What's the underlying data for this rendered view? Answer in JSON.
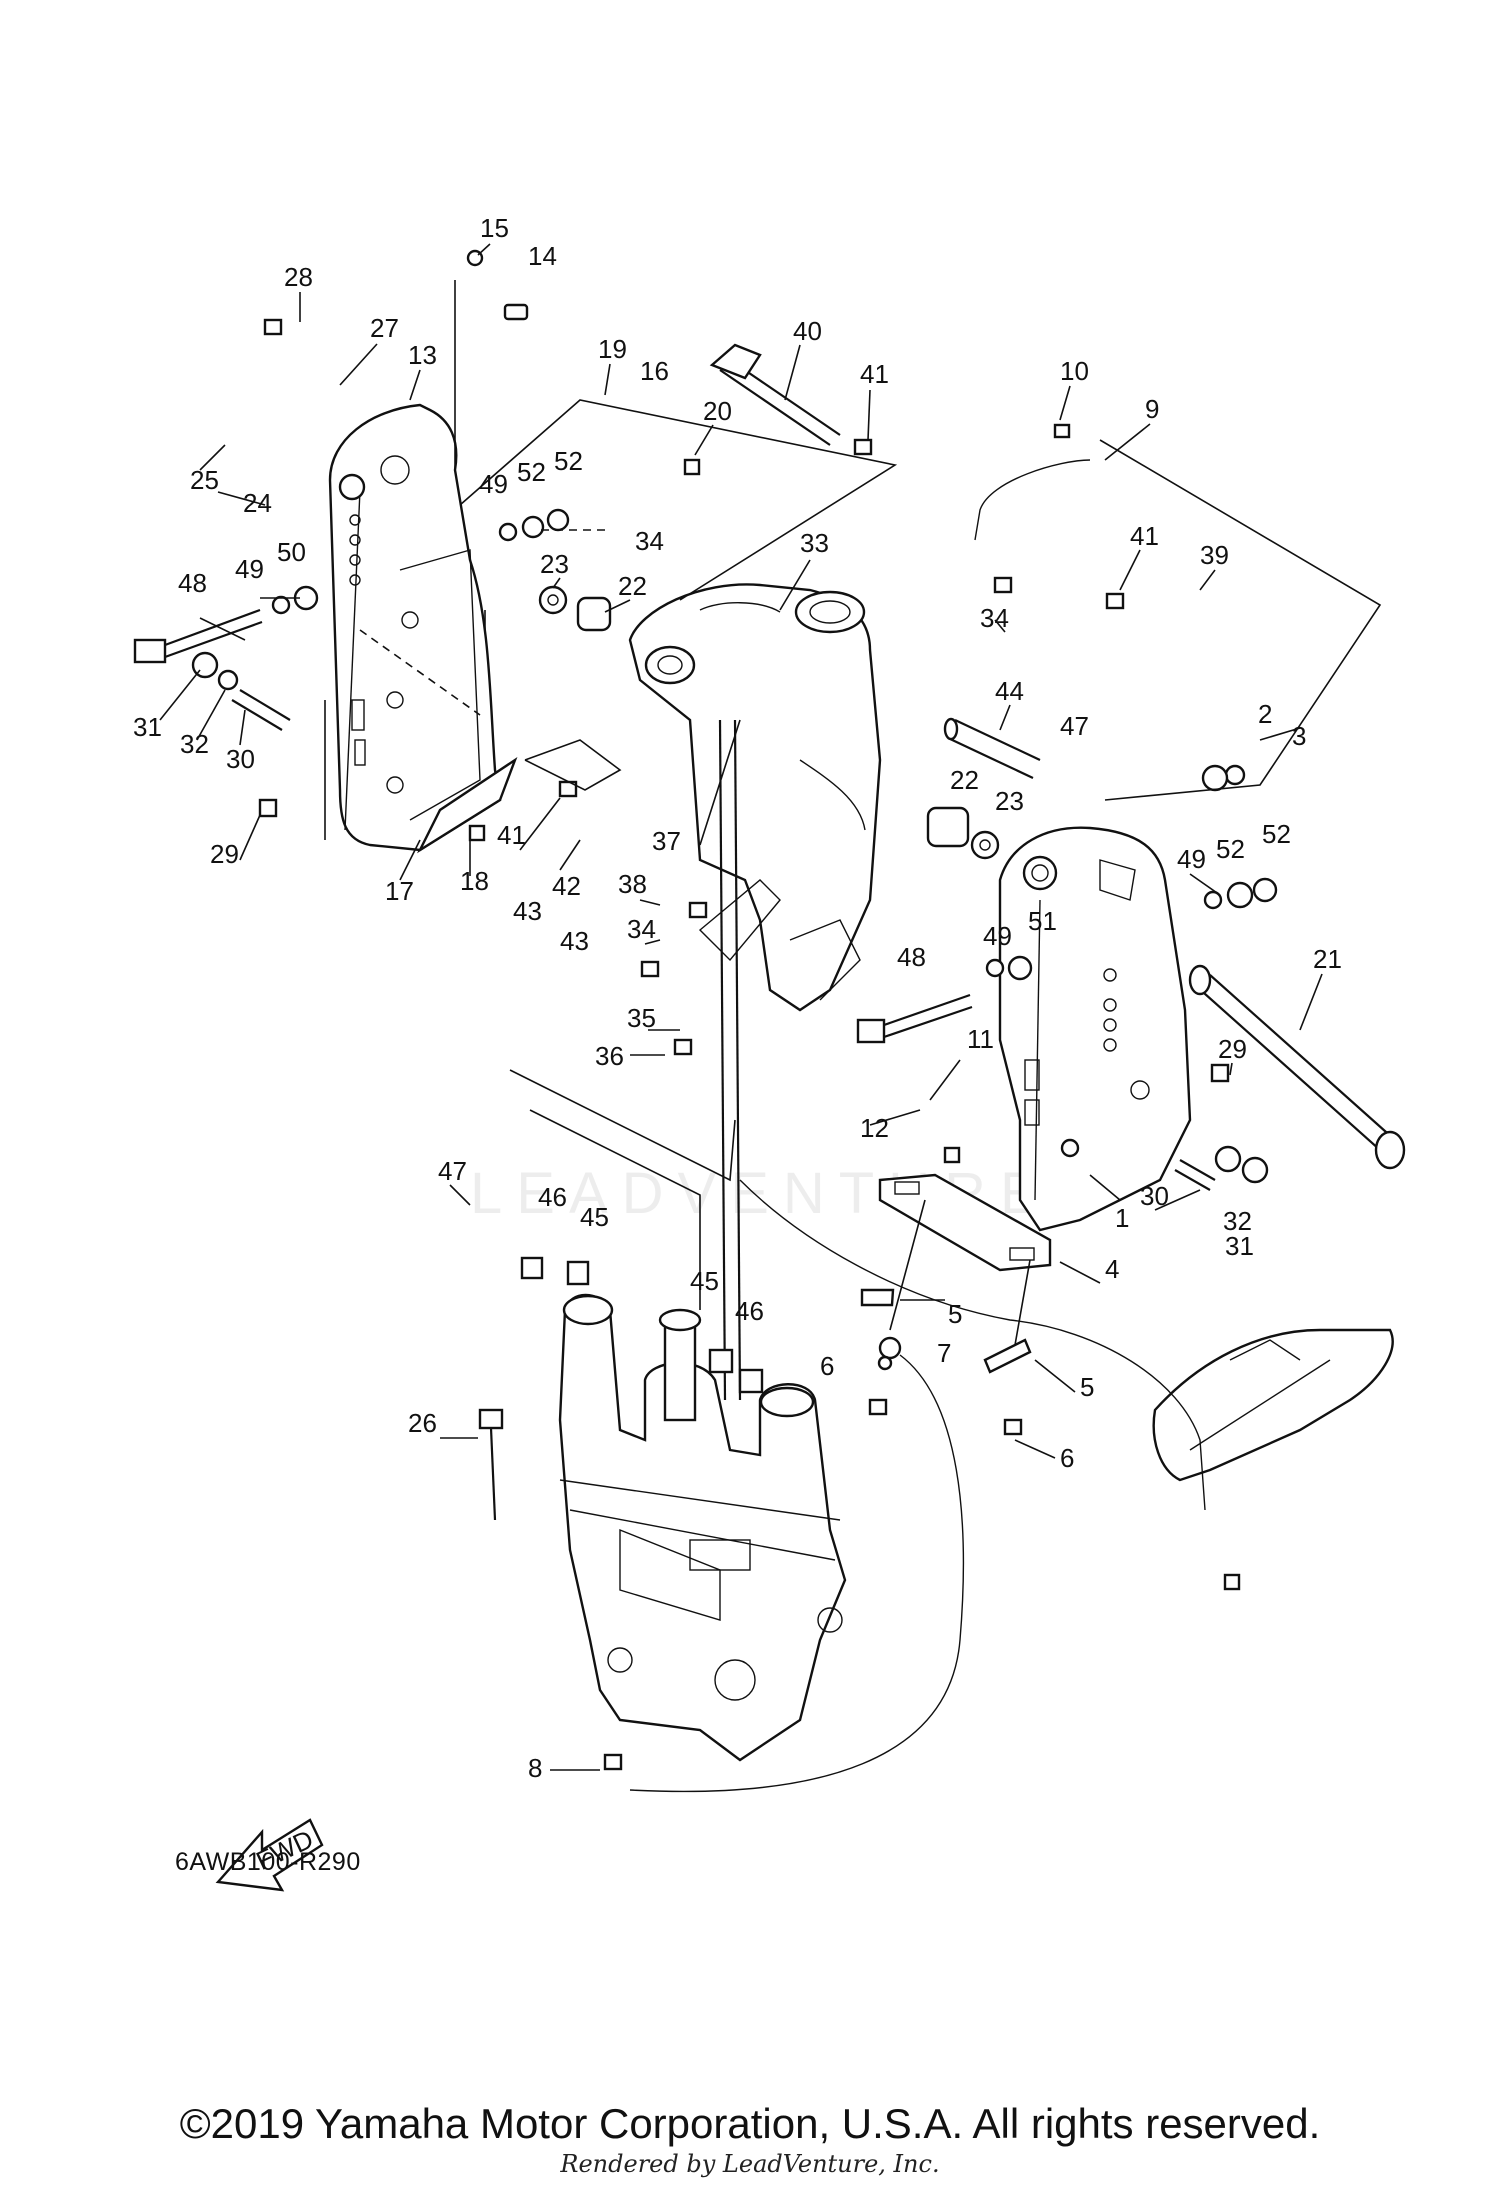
{
  "diagram": {
    "code": "6AWB100-R290",
    "fwd_label": "FWD",
    "watermark": "LEADVENTURE",
    "copyright": "©2019 Yamaha Motor Corporation, U.S.A. All rights reserved.",
    "rendered_by": "Rendered by LeadVenture, Inc."
  },
  "callouts": [
    {
      "key": "c15",
      "label": "15"
    },
    {
      "key": "c14",
      "label": "14"
    },
    {
      "key": "c28",
      "label": "28"
    },
    {
      "key": "c27",
      "label": "27"
    },
    {
      "key": "c13",
      "label": "13"
    },
    {
      "key": "c19",
      "label": "19"
    },
    {
      "key": "c16",
      "label": "16"
    },
    {
      "key": "c40",
      "label": "40"
    },
    {
      "key": "c41a",
      "label": "41"
    },
    {
      "key": "c20",
      "label": "20"
    },
    {
      "key": "c10",
      "label": "10"
    },
    {
      "key": "c9",
      "label": "9"
    },
    {
      "key": "c25",
      "label": "25"
    },
    {
      "key": "c24",
      "label": "24"
    },
    {
      "key": "c49a",
      "label": "49"
    },
    {
      "key": "c52a",
      "label": "52"
    },
    {
      "key": "c52b",
      "label": "52"
    },
    {
      "key": "c34a",
      "label": "34"
    },
    {
      "key": "c33",
      "label": "33"
    },
    {
      "key": "c41b",
      "label": "41"
    },
    {
      "key": "c39",
      "label": "39"
    },
    {
      "key": "c48a",
      "label": "48"
    },
    {
      "key": "c49b",
      "label": "49"
    },
    {
      "key": "c50",
      "label": "50"
    },
    {
      "key": "c23a",
      "label": "23"
    },
    {
      "key": "c22a",
      "label": "22"
    },
    {
      "key": "c34b",
      "label": "34"
    },
    {
      "key": "c31a",
      "label": "31"
    },
    {
      "key": "c32a",
      "label": "32"
    },
    {
      "key": "c30a",
      "label": "30"
    },
    {
      "key": "c44",
      "label": "44"
    },
    {
      "key": "c47a",
      "label": "47"
    },
    {
      "key": "c2",
      "label": "2"
    },
    {
      "key": "c3",
      "label": "3"
    },
    {
      "key": "c29a",
      "label": "29"
    },
    {
      "key": "c41c",
      "label": "41"
    },
    {
      "key": "c42",
      "label": "42"
    },
    {
      "key": "c22b",
      "label": "22"
    },
    {
      "key": "c23b",
      "label": "23"
    },
    {
      "key": "c17",
      "label": "17"
    },
    {
      "key": "c18",
      "label": "18"
    },
    {
      "key": "c43a",
      "label": "43"
    },
    {
      "key": "c43b",
      "label": "43"
    },
    {
      "key": "c37",
      "label": "37"
    },
    {
      "key": "c38",
      "label": "38"
    },
    {
      "key": "c49c",
      "label": "49"
    },
    {
      "key": "c52c",
      "label": "52"
    },
    {
      "key": "c52d",
      "label": "52"
    },
    {
      "key": "c34c",
      "label": "34"
    },
    {
      "key": "c48b",
      "label": "48"
    },
    {
      "key": "c49d",
      "label": "49"
    },
    {
      "key": "c51",
      "label": "51"
    },
    {
      "key": "c21",
      "label": "21"
    },
    {
      "key": "c35",
      "label": "35"
    },
    {
      "key": "c36",
      "label": "36"
    },
    {
      "key": "c11",
      "label": "11"
    },
    {
      "key": "c29b",
      "label": "29"
    },
    {
      "key": "c12",
      "label": "12"
    },
    {
      "key": "c47b",
      "label": "47"
    },
    {
      "key": "c30b",
      "label": "30"
    },
    {
      "key": "c1",
      "label": "1"
    },
    {
      "key": "c32b",
      "label": "32"
    },
    {
      "key": "c31b",
      "label": "31"
    },
    {
      "key": "c46a",
      "label": "46"
    },
    {
      "key": "c45a",
      "label": "45"
    },
    {
      "key": "c4",
      "label": "4"
    },
    {
      "key": "c45b",
      "label": "45"
    },
    {
      "key": "c46b",
      "label": "46"
    },
    {
      "key": "c5a",
      "label": "5"
    },
    {
      "key": "c7",
      "label": "7"
    },
    {
      "key": "c6a",
      "label": "6"
    },
    {
      "key": "c5b",
      "label": "5"
    },
    {
      "key": "c26",
      "label": "26"
    },
    {
      "key": "c6b",
      "label": "6"
    },
    {
      "key": "c8",
      "label": "8"
    }
  ]
}
